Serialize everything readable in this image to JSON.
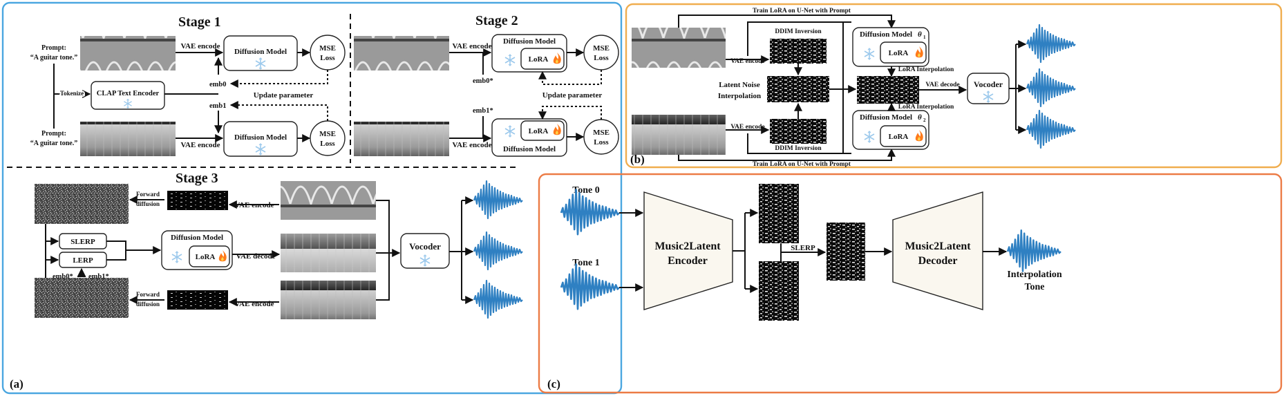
{
  "colors": {
    "panel_a": "#4aa6e0",
    "panel_b": "#f0ad4e",
    "panel_c": "#ec7b45",
    "wave": "#2f80c2",
    "snow": "#9cc9ec",
    "fire": "#ff7a1a"
  },
  "panel_a": {
    "tag": "(a)",
    "stage1": {
      "title": "Stage 1",
      "prompt_top_1": "Prompt:",
      "prompt_top_2": "“A  guitar tone.”",
      "prompt_bottom_1": "Prompt:",
      "prompt_bottom_2": "“A  guitar tone.”",
      "tokenize": "Tokenize",
      "clap": "CLAP Text Encoder",
      "vae_encode_top": "VAE encode",
      "vae_encode_bottom": "VAE encode",
      "diffusion_top": "Diffusion Model",
      "diffusion_bottom": "Diffusion Model",
      "mse_top_1": "MSE",
      "mse_top_2": "Loss",
      "mse_bottom_1": "MSE",
      "mse_bottom_2": "Loss",
      "emb0": "emb0",
      "emb1": "emb1",
      "update": "Update parameter"
    },
    "stage2": {
      "title": "Stage 2",
      "vae_encode_top": "VAE encode",
      "vae_encode_bottom": "VAE encode",
      "diffusion_top": "Diffusion Model",
      "diffusion_bottom": "Diffusion Model",
      "lora_top": "LoRA",
      "lora_bottom": "LoRA",
      "mse_top_1": "MSE",
      "mse_top_2": "Loss",
      "mse_bottom_1": "MSE",
      "mse_bottom_2": "Loss",
      "emb0": "emb0*",
      "emb1": "emb1*",
      "update": "Update parameter"
    },
    "stage3": {
      "title": "Stage 3",
      "forward_top_1": "Forward",
      "forward_top_2": "diffusion",
      "forward_bottom_1": "Forward",
      "forward_bottom_2": "diffusion",
      "vae_encode_top": "VAE encode",
      "vae_encode_bottom": "VAE encode",
      "slerp": "SLERP",
      "lerp": "LERP",
      "emb0": "emb0*",
      "emb1": "emb1*",
      "diffusion": "Diffusion Model",
      "lora": "LoRA",
      "vae_decode": "VAE decode",
      "vocoder": "Vocoder"
    }
  },
  "panel_b": {
    "tag": "(b)",
    "train_top": "Train LoRA on U-Net with Prompt",
    "train_bottom": "Train LoRA on U-Net with Prompt",
    "ddim_top": "DDIM Inversion",
    "ddim_bottom": "DDIM Inversion",
    "vae_encode_top": "VAE encode",
    "vae_encode_bottom": "VAE encode",
    "latent_interp_1": "Latent Noise",
    "latent_interp_2": "Interpolation",
    "diffusion_top": "Diffusion Model",
    "theta_1": "θ",
    "sub_1": "1",
    "diffusion_bottom": "Diffusion Model",
    "theta_2": "θ",
    "sub_2": "2",
    "lora_top": "LoRA",
    "lora_bottom": "LoRA",
    "lora_interp_top": "LoRA Interpolation",
    "lora_interp_bottom": "LoRA Interpolation",
    "vae_decode": "VAE decode",
    "vocoder": "Vocoder"
  },
  "panel_c": {
    "tag": "(c)",
    "tone0": "Tone 0",
    "tone1": "Tone 1",
    "encoder_1": "Music2Latent",
    "encoder_2": "Encoder",
    "decoder_1": "Music2Latent",
    "decoder_2": "Decoder",
    "slerp": "SLERP",
    "output_1": "Interpolation",
    "output_2": "Tone"
  }
}
